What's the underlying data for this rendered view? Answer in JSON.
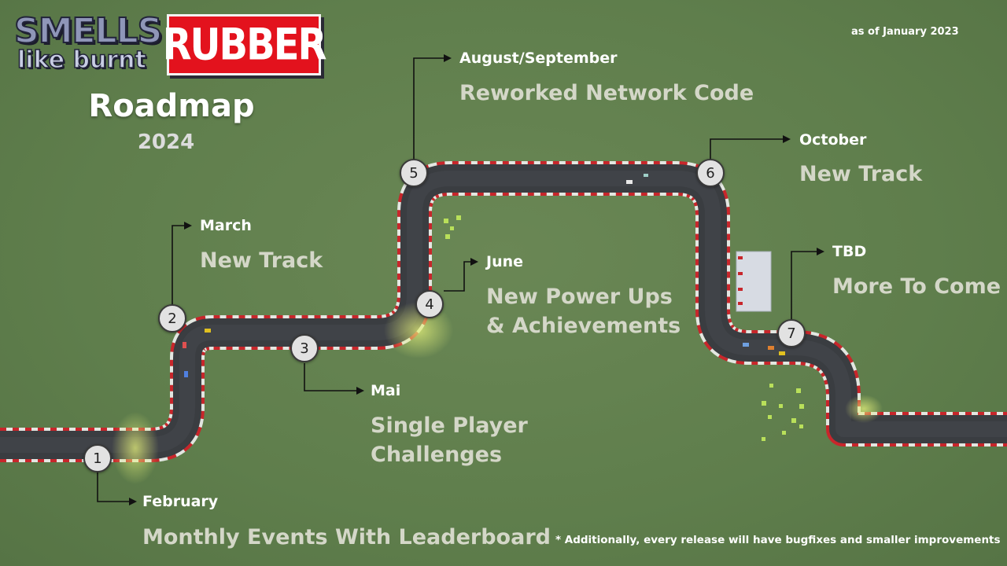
{
  "logo": {
    "line1": "SMELLS",
    "line2": "like burnt",
    "brand": "RUBBER"
  },
  "title": "Roadmap",
  "year": "2024",
  "as_of": "as of January 2023",
  "milestones": [
    {
      "number": "1",
      "month": "February",
      "feature": "Monthly Events With Leaderboard"
    },
    {
      "number": "2",
      "month": "March",
      "feature": "New Track"
    },
    {
      "number": "3",
      "month": "Mai",
      "feature_lines": [
        "Single Player",
        "Challenges"
      ]
    },
    {
      "number": "4",
      "month": "June",
      "feature_lines": [
        "New Power Ups",
        "& Achievements"
      ]
    },
    {
      "number": "5",
      "month": "August/September",
      "feature": "Reworked Network Code"
    },
    {
      "number": "6",
      "month": "October",
      "feature": "New Track"
    },
    {
      "number": "7",
      "month": "TBD",
      "feature": "More To Come"
    }
  ],
  "footnote": "* Additionally, every release will have bugfixes and smaller improvements",
  "colors": {
    "background": "#61804e",
    "road": "#3a3d41",
    "curb_red": "#c8262b",
    "brand_red": "#e3121d"
  }
}
